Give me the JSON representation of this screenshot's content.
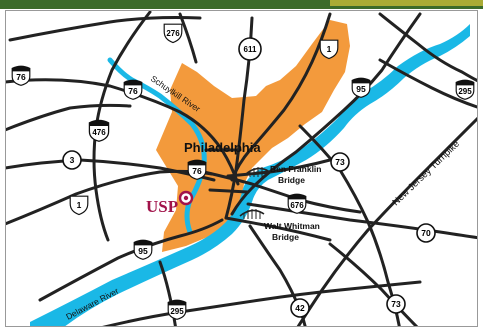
{
  "map": {
    "title": "Philadelphia",
    "colors": {
      "water": "#1ab8e6",
      "city": "#f39a3c",
      "road": "#222222",
      "frame_top": "#3b6b2a",
      "frame_top_accent": "#d8c63a",
      "background": "#ffffff",
      "logo": "#a1134a"
    },
    "water_labels": {
      "schuylkill": "Schuylkill River",
      "delaware": "Delaware River"
    },
    "bridges": {
      "ben_franklin": [
        "Ben Franklin",
        "Bridge"
      ],
      "walt_whitman": [
        "Walt Whitman",
        "Bridge"
      ]
    },
    "turnpike": "New Jersey Turnpike",
    "logo": {
      "text": "USP"
    },
    "route_shields": {
      "i76_nw": "76",
      "i476": "476",
      "us1_west": "1",
      "pa3": "3",
      "us276": "276",
      "pa611": "611",
      "us1_ne": "1",
      "i95_ne": "95",
      "i295_ne": "295",
      "i76_mid": "76",
      "i76_center": "76",
      "i676": "676",
      "nj73_north": "73",
      "nj70": "70",
      "i95_sw": "95",
      "i295_south": "295",
      "nj42": "42",
      "nj73_south": "73"
    }
  }
}
